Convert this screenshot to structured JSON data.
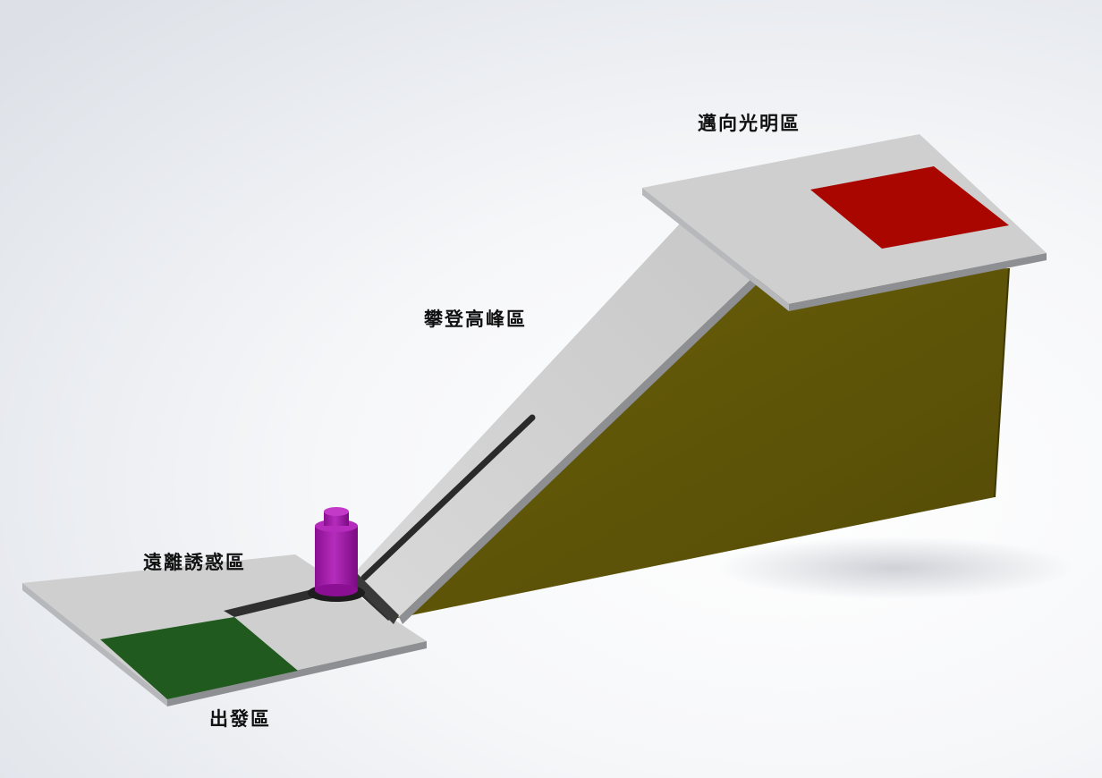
{
  "labels": {
    "top_platform": "邁向光明區",
    "ramp": "攀登高峰區",
    "temptation": "遠離誘惑區",
    "start": "出發區"
  },
  "colors": {
    "background": "#f4f5f7",
    "platform_surface": "#cfcfcf",
    "platform_edge": "#8e8f93",
    "support_wall": "#5e5408",
    "finish_pad": "#a90600",
    "start_pad": "#205a1f",
    "guide_rail": "#2a2a2a",
    "robot_body": "#a11aa8",
    "robot_cap": "#c43ac8"
  },
  "icons": {
    "robot": "purple-cylinder-robot"
  }
}
